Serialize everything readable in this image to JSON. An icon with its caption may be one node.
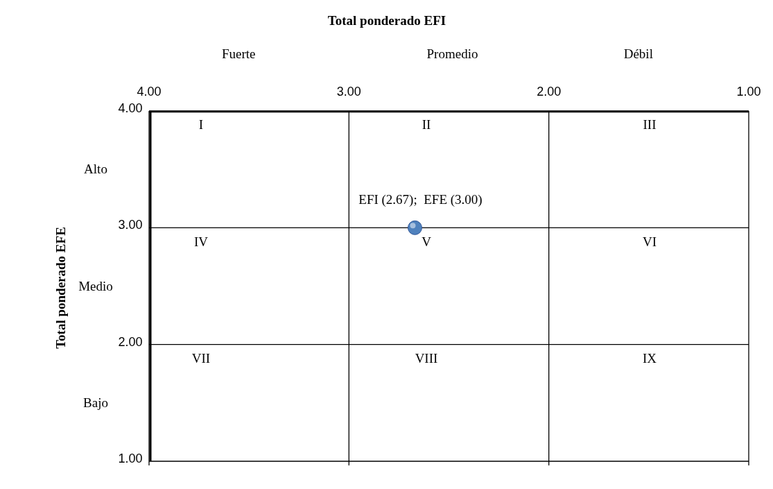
{
  "diagram": {
    "labels": [
      "Fuerte",
      "Promedio",
      "Débil",
      "Alto",
      "I",
      "II",
      "III",
      "IV",
      "V",
      "VI",
      "Medio",
      "VII",
      "VIII",
      "IX",
      "Bajo"
    ],
    "chart_data": {
      "type": "scatter",
      "xlabel": "Total ponderado EFI",
      "ylabel": "Total ponderado EFE",
      "x": [
        2.67
      ],
      "series": [
        {
          "color": "#4f81bd",
          "values": [
            3.0
          ]
        }
      ],
      "grid": true,
      "xlim": [
        4,
        1
      ],
      "ylim": [
        1,
        4
      ],
      "xticks": [
        {
          "value": 4,
          "label": "4.00"
        },
        {
          "value": 3,
          "label": "3.00"
        },
        {
          "value": 2,
          "label": "2.00"
        },
        {
          "value": 1,
          "label": "1.00"
        }
      ],
      "yticks": [
        {
          "value": 4,
          "label": "4.00"
        },
        {
          "value": 3,
          "label": "3.00"
        },
        {
          "value": 2,
          "label": "2.00"
        },
        {
          "value": 1,
          "label": "1.00"
        }
      ],
      "annotations": [
        "EFI (2.67);  EFE (3.00)"
      ]
    }
  }
}
